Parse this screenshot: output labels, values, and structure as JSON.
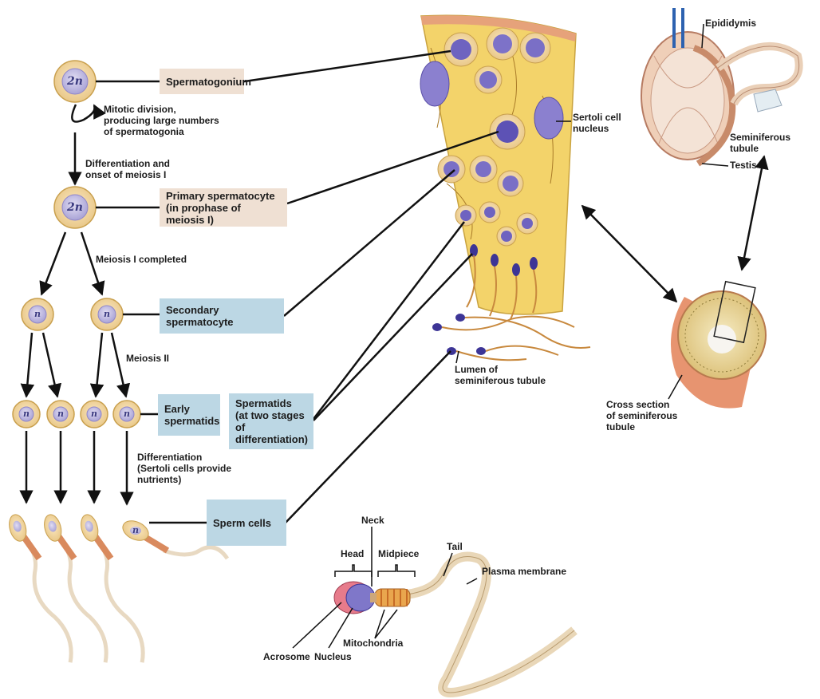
{
  "cells": {
    "diploid": "2n",
    "haploid": "n"
  },
  "stage_labels": {
    "spermatogonium": "Spermatogonium",
    "primary_spermatocyte": "Primary spermatocyte\n(in prophase of meiosis I)",
    "secondary_spermatocyte": "Secondary spermatocyte",
    "early_spermatids": "Early\nspermatids",
    "spermatids": "Spermatids\n(at two stages of\ndifferentiation)",
    "sperm_cells": "Sperm cells"
  },
  "process_labels": {
    "mitotic_division": "Mitotic division,\nproducing large numbers\nof spermatogonia",
    "differentiation_meiosis1": "Differentiation and\nonset of meiosis I",
    "meiosis1_completed": "Meiosis I completed",
    "meiosis2": "Meiosis II",
    "differentiation_sertoli": "Differentiation\n(Sertoli cells provide\nnutrients)"
  },
  "tubule_labels": {
    "sertoli_nucleus": "Sertoli cell\nnucleus",
    "lumen": "Lumen of\nseminiferous tubule"
  },
  "testis_labels": {
    "epididymis": "Epididymis",
    "seminiferous_tubule": "Seminiferous tubule",
    "testis": "Testis",
    "cross_section": "Cross section\nof seminiferous\ntubule"
  },
  "sperm_parts": {
    "neck": "Neck",
    "head": "Head",
    "midpiece": "Midpiece",
    "tail": "Tail",
    "plasma_membrane": "Plasma membrane",
    "acrosome": "Acrosome",
    "nucleus": "Nucleus",
    "mitochondria": "Mitochondria"
  },
  "colors": {
    "cell_outer": "#f2d9a8",
    "cell_nucleus": "#c9c5e6",
    "tissue": "#f4d56b",
    "sperm_nucleus": "#3d3596",
    "midpiece": "#d98a5e",
    "tan_box": "#efe0d3",
    "blue_box": "#bcd7e4",
    "line": "#111111"
  }
}
